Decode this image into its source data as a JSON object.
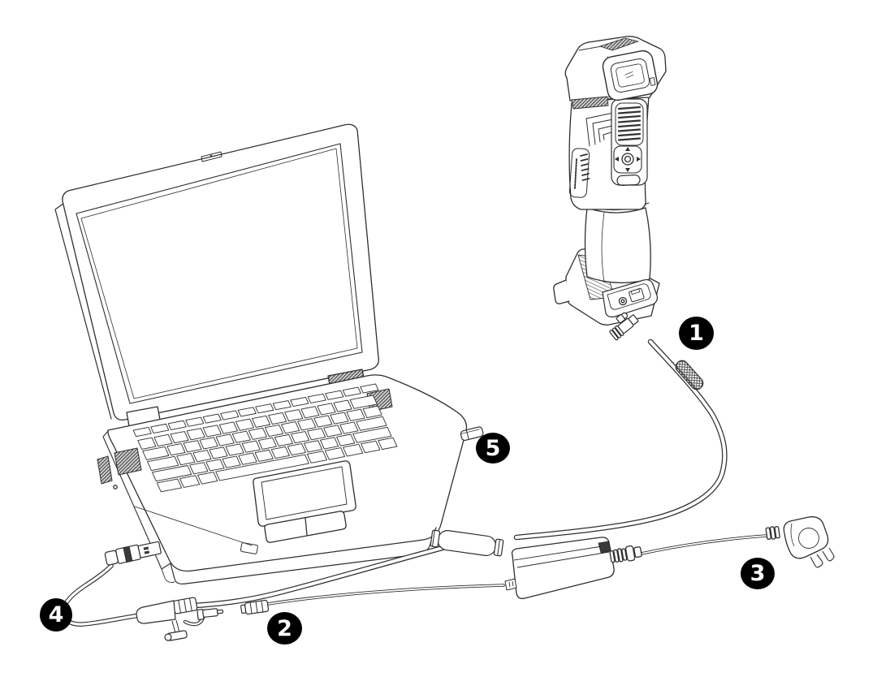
{
  "diagram": {
    "background": "#ffffff",
    "line_color": "#2e2e2e",
    "callout_background": "#000000",
    "callout_text_color": "#ffffff",
    "callouts": [
      {
        "number": "1"
      },
      {
        "number": "2"
      },
      {
        "number": "3"
      },
      {
        "number": "4"
      },
      {
        "number": "5"
      }
    ]
  }
}
